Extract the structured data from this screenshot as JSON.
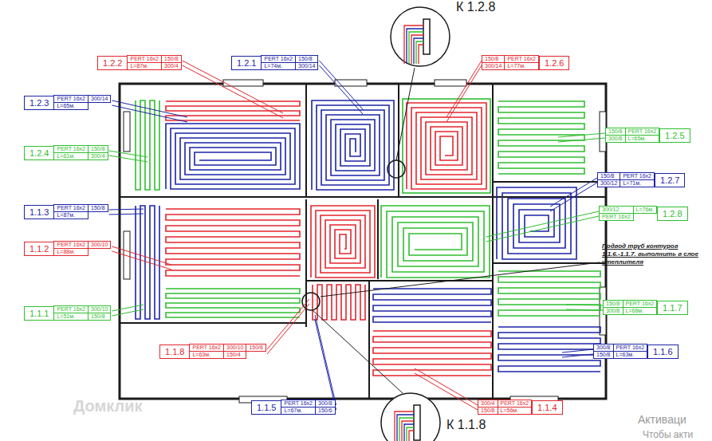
{
  "diagram": {
    "nodes": [
      {
        "text": [
          "1.2.2",
          "PERT 16x2",
          "L=87м.",
          "150/8",
          "300/4"
        ]
      },
      {
        "text": [
          "1.2.1",
          "PERT 16x2",
          "L=74м.",
          "150/8",
          "300/14"
        ]
      },
      {
        "text": [
          "1.2.6",
          "150/8",
          "300/14",
          "PERT 16x2",
          "L=77м."
        ]
      },
      {
        "text": [
          "1.2.3",
          "PERT 16x2",
          "L=65м.",
          "300/14"
        ]
      },
      {
        "text": [
          "1.2.4",
          "PERT 16x2",
          "L=61м.",
          "150/8",
          "300/4"
        ]
      },
      {
        "text": [
          "1.2.5",
          "150/8",
          "300/8",
          "PERT 16x2",
          "L=65м."
        ]
      },
      {
        "text": [
          "1.2.7",
          "150/8",
          "300/12",
          "PERT 16x2",
          "L=71м."
        ]
      },
      {
        "text": [
          "1.2.8",
          "300/12",
          "PERT 16x2",
          "L=76м."
        ]
      },
      {
        "text": [
          "1.1.3",
          "PERT 16x2",
          "L=87м.",
          "150/8"
        ]
      },
      {
        "text": [
          "1.1.2",
          "PERT 16x2",
          "L=88м.",
          "300/10"
        ]
      },
      {
        "text": [
          "1.1.1",
          "PERT 16x2",
          "L=51м.",
          "300/10",
          "150/8"
        ]
      },
      {
        "text": [
          "1.1.7",
          "150/8",
          "300/8",
          "PERT 16x2",
          "L=68м."
        ]
      },
      {
        "text": [
          "1.1.6",
          "300/8",
          "150/8",
          "PERT 16x2",
          "L=63м."
        ]
      },
      {
        "text": [
          "1.1.8",
          "PERT 16x2",
          "L=63м.",
          "300/10",
          "150/4",
          "150/8"
        ]
      },
      {
        "text": [
          "1.1.5",
          "PERT 16x2",
          "L=67м.",
          "300/8",
          "150/6"
        ]
      },
      {
        "text": [
          "1.1.4",
          "300/4",
          "150/8",
          "PERT 16x2",
          "L=56м."
        ]
      }
    ],
    "labels": [
      "К 1.2.8",
      "К 1.1.8",
      "Подвод труб контуров 1.1.6.-1.1.7. выполнить в слое утеплителя",
      "Домклик",
      "Активаци",
      "Чтобы акти"
    ]
  }
}
